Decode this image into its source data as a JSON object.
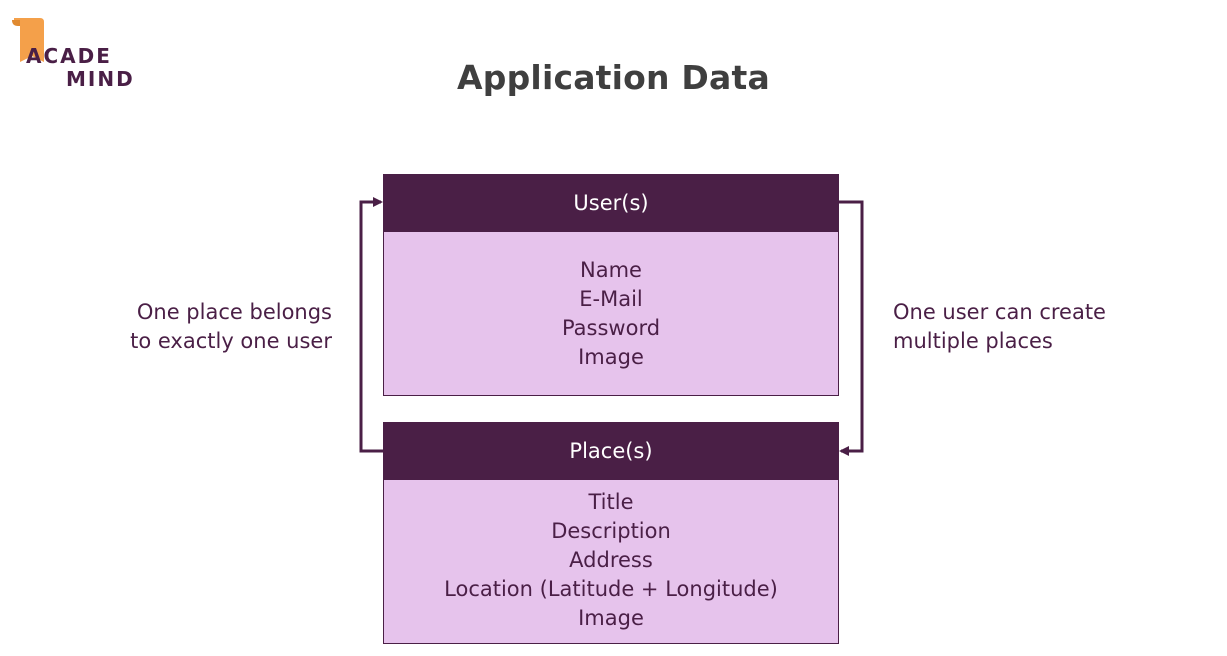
{
  "logo": {
    "line1": "ACADE",
    "line2": "MIND",
    "flag_color": "#f4a04a",
    "text_color": "#4a1f46"
  },
  "title": "Application Data",
  "colors": {
    "header_bg": "#4a1f46",
    "body_bg": "#e6c3ec",
    "text": "#4a1f46",
    "title": "#3f3f3f"
  },
  "entities": {
    "users": {
      "header": "User(s)",
      "fields": [
        "Name",
        "E-Mail",
        "Password",
        "Image"
      ]
    },
    "places": {
      "header": "Place(s)",
      "fields": [
        "Title",
        "Description",
        "Address",
        "Location (Latitude + Longitude)",
        "Image"
      ]
    }
  },
  "relations": {
    "left": [
      "One place belongs",
      "to exactly one user"
    ],
    "right": [
      "One user can create",
      "multiple places"
    ]
  }
}
